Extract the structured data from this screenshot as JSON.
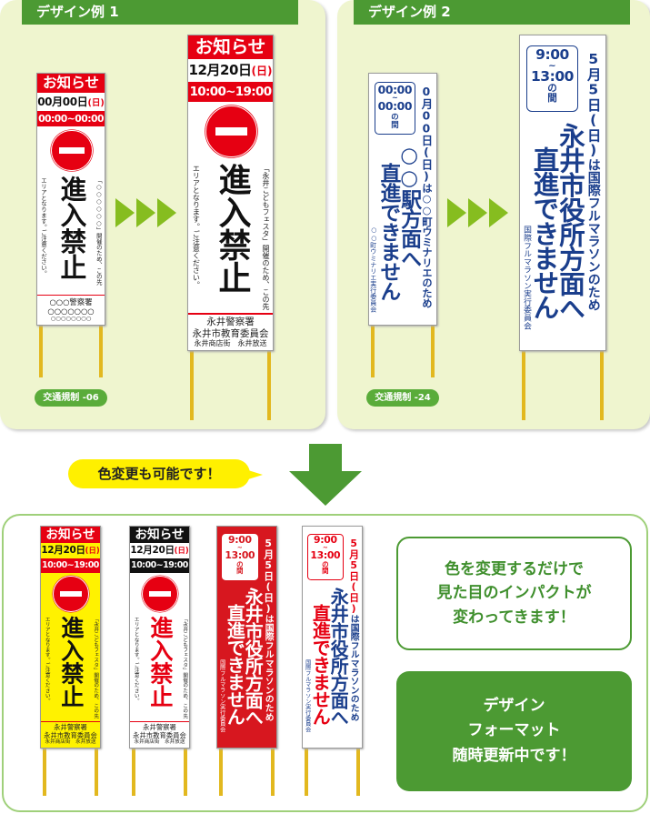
{
  "colors": {
    "green": "#4c9a33",
    "red": "#e60012",
    "blue": "#1a3e8c",
    "yellow": "#fff200",
    "panel": "#eff5cf"
  },
  "example1": {
    "title": "デザイン例 1",
    "code_label": "交通規制 -06",
    "before": {
      "type": "notice",
      "variant": "white",
      "header": "お知らせ",
      "date": "00月00日",
      "day": "(日)",
      "time": "00:00~00:00",
      "side_right": "「○○○○○○」開催のため、この先",
      "main": "進入禁止",
      "side_left": "エリアとなります。ご注意ください。",
      "footer": [
        "○○○警察署",
        "○○○○○○○",
        "○○○○○○○○"
      ]
    },
    "after": {
      "type": "notice",
      "variant": "white",
      "header": "お知らせ",
      "date": "12月20日",
      "day": "(日)",
      "time": "10:00~19:00",
      "side_right": "「永井こどもフェスタ」開催のため、この先",
      "main": "進入禁止",
      "side_left": "エリアとなります。ご注意ください。",
      "footer": [
        "永井警察署",
        "永井市教育委員会",
        "永井商店街　永井放送"
      ]
    }
  },
  "example2": {
    "title": "デザイン例 2",
    "code_label": "交通規制 -24",
    "before": {
      "type": "marathon",
      "variant": "white",
      "time_start": "00:00",
      "tilde": "~",
      "time_end": "00:00",
      "between": "の間",
      "headline_date": "0月00日(日)",
      "headline_rest": "は○○町ウミナリエのため",
      "main1": "○○駅方面へ",
      "main2": "直進できません",
      "org": "○○町ウミナリエ実行委員会"
    },
    "after": {
      "type": "marathon",
      "variant": "white",
      "time_start": "9:00",
      "tilde": "~",
      "time_end": "13:00",
      "between": "の間",
      "headline_date": "5月5日(日)",
      "headline_rest": "は国際フルマラソンのため",
      "main1": "永井市役所方面へ",
      "main2": "直進できません",
      "org": "国際フルマラソン実行委員会"
    }
  },
  "callout": "色変更も可能です！",
  "variations": [
    {
      "type": "notice",
      "variant": "yellow",
      "header": "お知らせ",
      "date": "12月20日",
      "day": "(日)",
      "time": "10:00~19:00",
      "side_right": "「永井こどもフェスタ」開催のため、この先",
      "main": "進入禁止",
      "side_left": "エリアとなります。ご注意ください。",
      "footer": [
        "永井警察署",
        "永井市教育委員会",
        "永井商店街　永井放送"
      ]
    },
    {
      "type": "notice",
      "variant": "black",
      "header": "お知らせ",
      "date": "12月20日",
      "day": "(日)",
      "time": "10:00~19:00",
      "side_right": "「永井こどもフェスタ」開催のため、この先",
      "main": "進入禁止",
      "side_left": "エリアとなります。ご注意ください。",
      "footer": [
        "永井警察署",
        "永井市教育委員会",
        "永井商店街　永井放送"
      ]
    },
    {
      "type": "marathon",
      "variant": "red",
      "time_start": "9:00",
      "tilde": "~",
      "time_end": "13:00",
      "between": "の間",
      "headline_date": "5月5日(日)",
      "headline_rest": "は国際フルマラソンのため",
      "main1": "永井市役所方面へ",
      "main2": "直進できません",
      "org": "国際フルマラソン実行委員会"
    },
    {
      "type": "marathon",
      "variant": "mixed",
      "time_start": "9:00",
      "tilde": "~",
      "time_end": "13:00",
      "between": "の間",
      "headline_date": "5月5日(日)",
      "headline_rest": "は国際フルマラソンのため",
      "main1": "永井市役所方面へ",
      "main2": "直進できません",
      "org": "国際フルマラソン実行委員会"
    }
  ],
  "message": {
    "lines": [
      "色を変更するだけで",
      "見た目のインパクトが",
      "変わってきます！"
    ]
  },
  "update_notice": {
    "lines": [
      "デザイン",
      "フォーマット",
      "随時更新中です！"
    ]
  }
}
